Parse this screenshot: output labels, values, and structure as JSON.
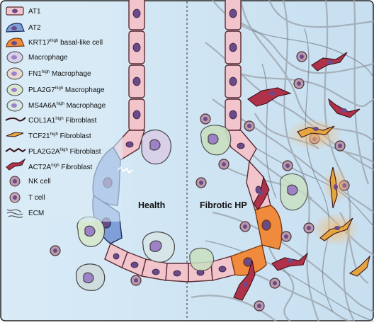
{
  "legend": [
    {
      "label": "AT1",
      "icon": "at1-cell-icon"
    },
    {
      "label": "AT2",
      "icon": "at2-cell-icon"
    },
    {
      "label": "KRT17",
      "sup": "high",
      "suffix": " basal-like cell",
      "icon": "basal-like-cell-icon"
    },
    {
      "label": "Macrophage",
      "icon": "macrophage-icon"
    },
    {
      "label": "FN1",
      "sup": "high",
      "suffix": " Macrophage",
      "icon": "fn1-macrophage-icon"
    },
    {
      "label": "PLA2G7",
      "sup": "high",
      "suffix": " Macrophage",
      "icon": "pla2g7-macrophage-icon"
    },
    {
      "label": "MS4A6A",
      "sup": "high",
      "suffix": " Macrophage",
      "icon": "ms4a6a-macrophage-icon"
    },
    {
      "label": "COL1A1",
      "sup": "high",
      "suffix": " Fibroblast",
      "icon": "col1a1-fibroblast-icon"
    },
    {
      "label": "TCF21",
      "sup": "high",
      "suffix": " Fibroblast",
      "icon": "tcf21-fibroblast-icon"
    },
    {
      "label": "PLA2G2A",
      "sup": "high",
      "suffix": " Fibroblast",
      "icon": "pla2g2a-fibroblast-icon"
    },
    {
      "label": "ACT2A",
      "sup": "high",
      "suffix": " Fibroblast",
      "icon": "act2a-fibroblast-icon"
    },
    {
      "label": "NK cell",
      "icon": "nk-cell-icon"
    },
    {
      "label": "T cell",
      "icon": "t-cell-icon"
    },
    {
      "label": "ECM",
      "icon": "ecm-icon"
    }
  ],
  "panels": {
    "health": "Health",
    "fibrotic": "Fibrotic HP"
  },
  "colors": {
    "background": "#d6e9f6",
    "at1": "#f2c4cb",
    "at2": "#7f9fd8",
    "basal": "#f08a3c",
    "nucleus": "#6b4a8a",
    "macrophage": "#d8cfe8",
    "fibroblast_red": "#b0314a",
    "fibroblast_orange": "#e3a641",
    "ecm": "#8a8f99",
    "nk_t_cell": "#b99aa8"
  }
}
